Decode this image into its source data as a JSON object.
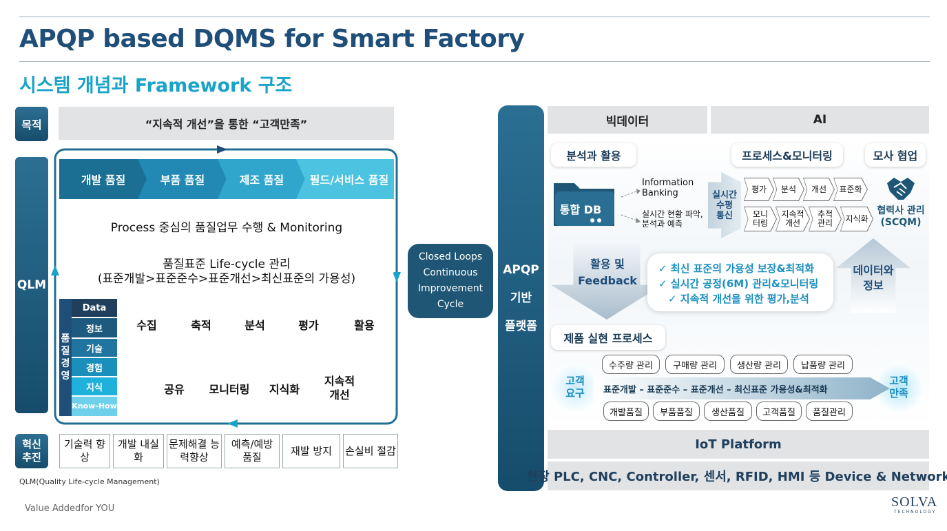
{
  "header": {
    "title": "APQP based DQMS for Smart Factory",
    "subtitle": "시스템 개념과 Framework 구조"
  },
  "left": {
    "purpose_label": "목적",
    "purpose_text": "“지속적 개선”을 통한 “고객만족”",
    "qlm_label": "QLM",
    "chevrons": [
      "개발 품질",
      "부품 품질",
      "제조 품질",
      "필드/서비스 품질"
    ],
    "band1": "Process 중심의 품질업무 수행 & Monitoring",
    "band2_line1": "품질표준 Life-cycle 관리",
    "band2_line2": "(표준개발>표준준수>표준개선>최신표준의 가용성)",
    "vertical_label": [
      "품",
      "질",
      "경",
      "영"
    ],
    "stack": [
      "Data",
      "정보",
      "기술",
      "경험",
      "지식",
      "Know-How"
    ],
    "row1": [
      "수집",
      "축적",
      "분석",
      "평가",
      "활용"
    ],
    "row2": [
      "공유",
      "모니터링",
      "지식화",
      "지속적 개선"
    ],
    "innovation_label": "혁신 추진",
    "innovation_items": [
      "기술력 향상",
      "개발 내실화",
      "문제해결 능력향상",
      "예측/예방 품질",
      "재발 방지",
      "손실비 절감"
    ],
    "qlm_note": "QLM(Quality Life-cycle Management)",
    "footer": "Value Addedfor YOU"
  },
  "center": {
    "closed_loop": [
      "Closed Loops",
      "Continuous",
      "Improvement",
      "Cycle"
    ],
    "apqp": [
      "APQP",
      "기반",
      "플랫폼"
    ]
  },
  "right": {
    "bigdata": "빅데이터",
    "ai": "AI",
    "analysis": "분석과 활용",
    "process_monitoring": "프로세스&모니터링",
    "collab": "모사 협업",
    "db_label": "통합 DB",
    "info_banking": "Information Banking",
    "realtime_status": "실시간 현황 파악, 분석과 예측",
    "realtime_comm": [
      "실시간",
      "수평",
      "통신"
    ],
    "pm_row1": [
      "평가",
      "분석",
      "개선",
      "표준화"
    ],
    "pm_row2": [
      "모니 터링",
      "지속적 개선",
      "추적 관리",
      "지식화"
    ],
    "partner": [
      "협력사 관리",
      "(SCQM)"
    ],
    "feedback": [
      "활용 및",
      "Feedback"
    ],
    "checks": [
      "✓ 최신 표준의 가용성 보장&최적화",
      "✓ 실시간 공정(6M) 관리&모니터링",
      "✓ 지속적 개선을 위한 평가,분석"
    ],
    "data_info": [
      "데이터와",
      "정보"
    ],
    "product_process": "제품 실현 프로세스",
    "customer_req": [
      "고객",
      "요구"
    ],
    "customer_sat": [
      "고객",
      "만족"
    ],
    "mgmt_row1": [
      "수주량 관리",
      "구매량 관리",
      "생산량 관리",
      "납품량 관리"
    ],
    "process_flow": "표준개발 – 표준준수 – 표준개선 – 최신표준 가용성&최적화",
    "mgmt_row2": [
      "개발품질",
      "부품품질",
      "생산품질",
      "고객품질",
      "품질관리"
    ],
    "iot": "IoT Platform",
    "device": "현장 PLC, CNC, Controller, 센서, RFID, HMI 등 Device & Network",
    "logo": "SOLVA",
    "logo_sub": "TECHNOLOGY"
  },
  "colors": {
    "dark_blue": "#1f4e79",
    "cyan": "#1aa3c8",
    "chevron1": "#1b6f93",
    "chevron2": "#2289b5",
    "chevron3": "#30a6cc",
    "chevron4": "#4cc3e0"
  }
}
